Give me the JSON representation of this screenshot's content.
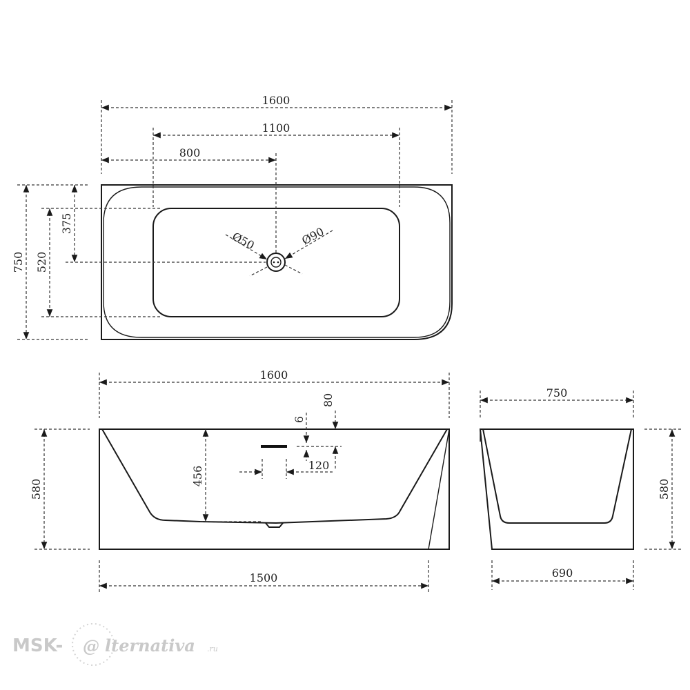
{
  "drawing": {
    "top_view": {
      "width_label": "1600",
      "inner_length_label": "1100",
      "drain_offset_label": "800",
      "depth_label": "750",
      "inner_depth_label": "520",
      "drain_y_label": "375",
      "overflow_diameter_label": "Ø50",
      "drain_diameter_label": "Ø90"
    },
    "front_view": {
      "top_width_label": "1600",
      "bottom_width_label": "1500",
      "height_label": "580",
      "inner_depth_label": "456",
      "overflow_top_label": "80",
      "overflow_height_label": "6",
      "overflow_width_label": "120"
    },
    "side_view": {
      "top_width_label": "750",
      "bottom_width_label": "690",
      "height_label": "580"
    }
  },
  "watermark": {
    "brand_prefix": "MSK-",
    "brand_letter": "@",
    "brand_suffix": "lternativa",
    "brand_domain": ".ru"
  }
}
